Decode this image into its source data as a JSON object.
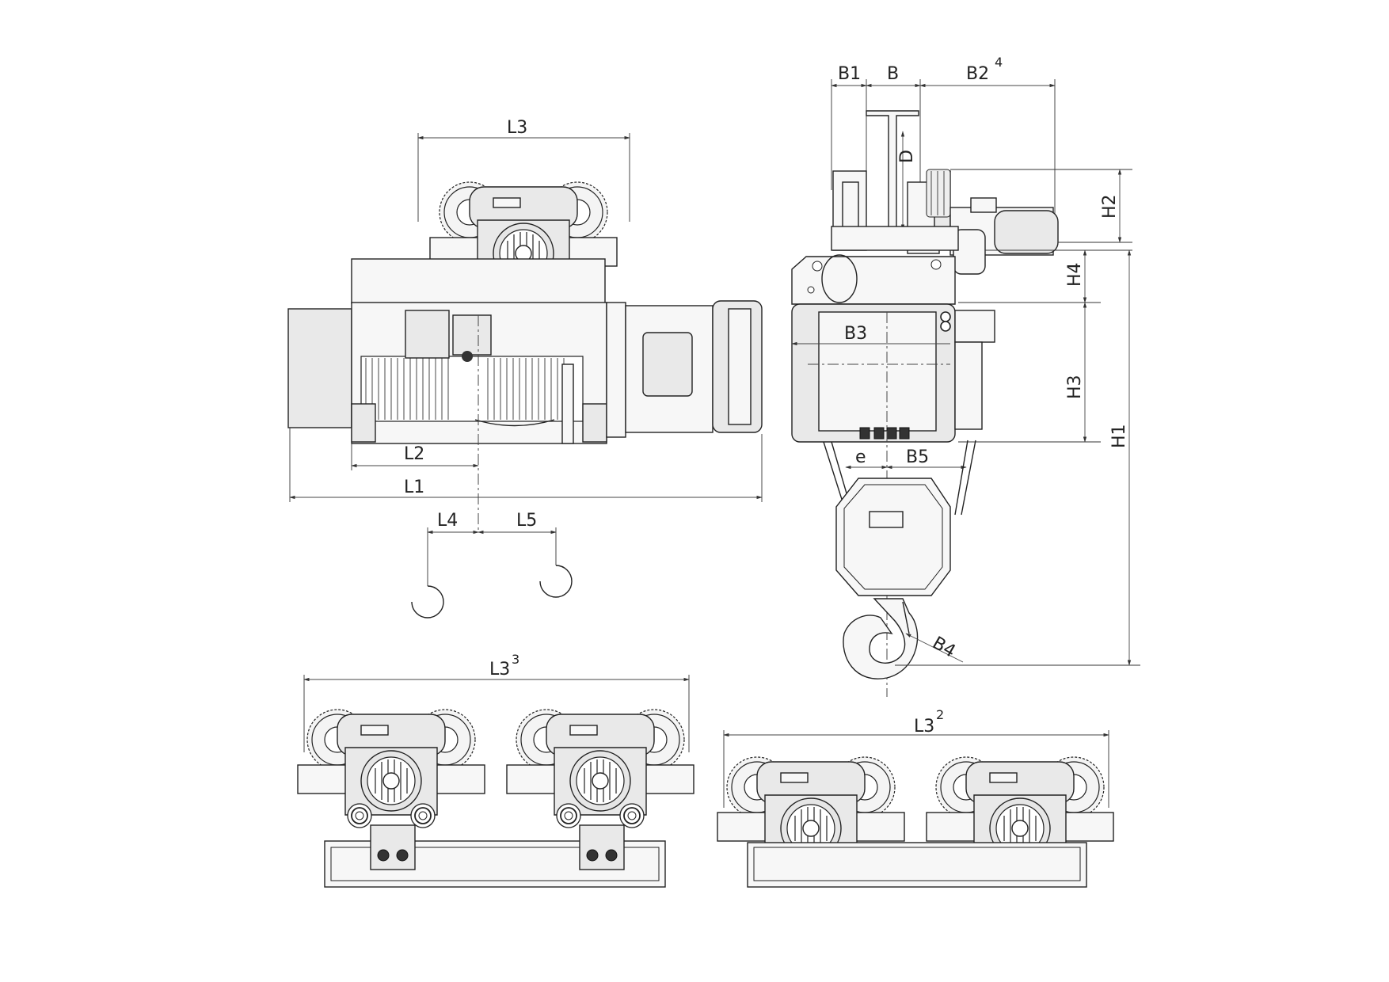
{
  "labels": {
    "L3": "L3",
    "L2": "L2",
    "L1": "L1",
    "L4": "L4",
    "L5": "L5",
    "B1": "B1",
    "B": "B",
    "B2": "B2",
    "B2_sup": "4",
    "D": "D",
    "H2": "H2",
    "H4": "H4",
    "B3": "B3",
    "H3": "H3",
    "H1": "H1",
    "e": "e",
    "B5": "B5",
    "B4": "B4",
    "L3_3": "L3",
    "L3_3_sup": "3",
    "L3_2": "L3",
    "L3_2_sup": "2"
  }
}
